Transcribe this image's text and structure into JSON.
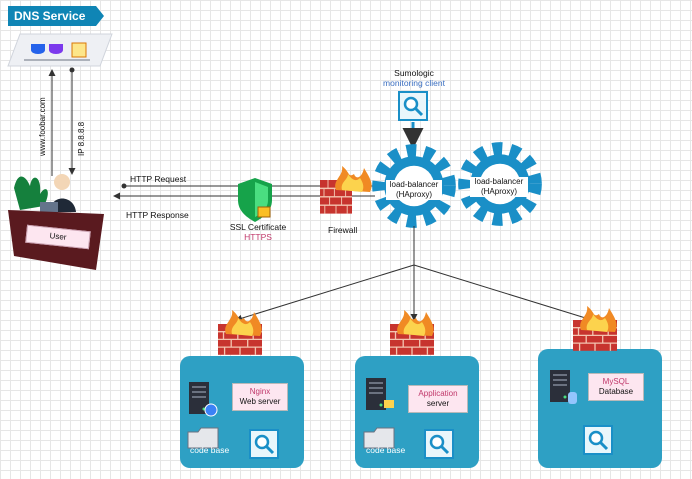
{
  "dns": {
    "title": "DNS Service"
  },
  "dns_links": {
    "domain": "www.foobar.com",
    "ip": "IP 8.8.8.8"
  },
  "user": {
    "label": "User"
  },
  "http": {
    "request": "HTTP Request",
    "response": "HTTP Response"
  },
  "ssl": {
    "line1": "SSL Certificate",
    "line2": "HTTPS"
  },
  "firewall": {
    "label": "Firewall"
  },
  "monitor": {
    "line1": "Sumologic",
    "line2": "monitoring client"
  },
  "lb_primary": {
    "line1": "load-balancer",
    "line2": "(HAproxy)"
  },
  "lb_secondary": {
    "line1": "load-balancer",
    "line2": "(HAproxy)"
  },
  "servers": [
    {
      "name_line1": "Nginx",
      "name_line2": "Web server",
      "codebase": "code base"
    },
    {
      "name_line1": "Application",
      "name_line2": "server",
      "codebase": "code base"
    },
    {
      "name_line1": "MySQL",
      "name_line2": "Database"
    }
  ],
  "colors": {
    "server_panel": "#2ea0c4",
    "gear": "#1a8fc7",
    "accent_text": "#c0386a",
    "dns_flag": "#0f85b5"
  }
}
